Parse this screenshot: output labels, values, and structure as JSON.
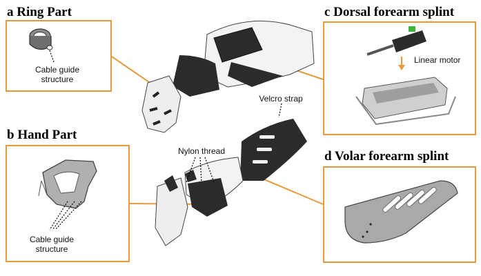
{
  "panels": {
    "ring": {
      "heading": "a Ring Part",
      "label_line1": "Cable guide",
      "label_line2": "structure"
    },
    "hand": {
      "heading": "b Hand Part",
      "label_line1": "Cable guide",
      "label_line2": "structure"
    },
    "dorsal": {
      "heading": "c Dorsal forearm splint",
      "motor_label": "Linear motor"
    },
    "volar": {
      "heading": "d Volar forearm splint"
    }
  },
  "callouts": {
    "velcro": "Velcro strap",
    "nylon": "Nylon thread"
  },
  "colors": {
    "accent": "#e69a3c",
    "device_dark": "#2b2b2b",
    "part_grey": "#a9a9a9"
  }
}
